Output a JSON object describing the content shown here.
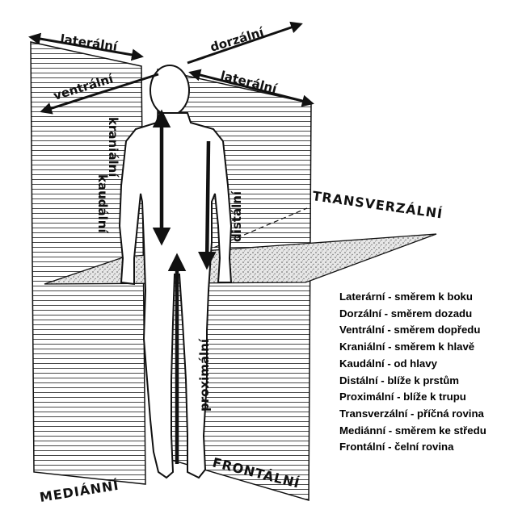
{
  "directions": {
    "lateral_left": "laterální",
    "dorsal": "dorzální",
    "ventral": "ventrální",
    "lateral_right": "laterální",
    "cranial": "kraniální",
    "caudal": "kaudální",
    "distal": "distální",
    "proximal": "proximální"
  },
  "planes": {
    "transverse": "TRANSVERZÁLNÍ",
    "median": "MEDIÁNNÍ",
    "frontal": "FRONTÁLNÍ"
  },
  "legend": [
    "Laterární - směrem k boku",
    "Dorzální - směrem dozadu",
    "Ventrální - směrem dopředu",
    "Kraniální - směrem k hlavě",
    "Kaudální - od hlavy",
    "Distální - blíže k prstům",
    "Proximální - blíže k trupu",
    "Transverzální - příčná rovina",
    "Mediánní - směrem ke středu",
    "Frontální - čelní rovina"
  ]
}
